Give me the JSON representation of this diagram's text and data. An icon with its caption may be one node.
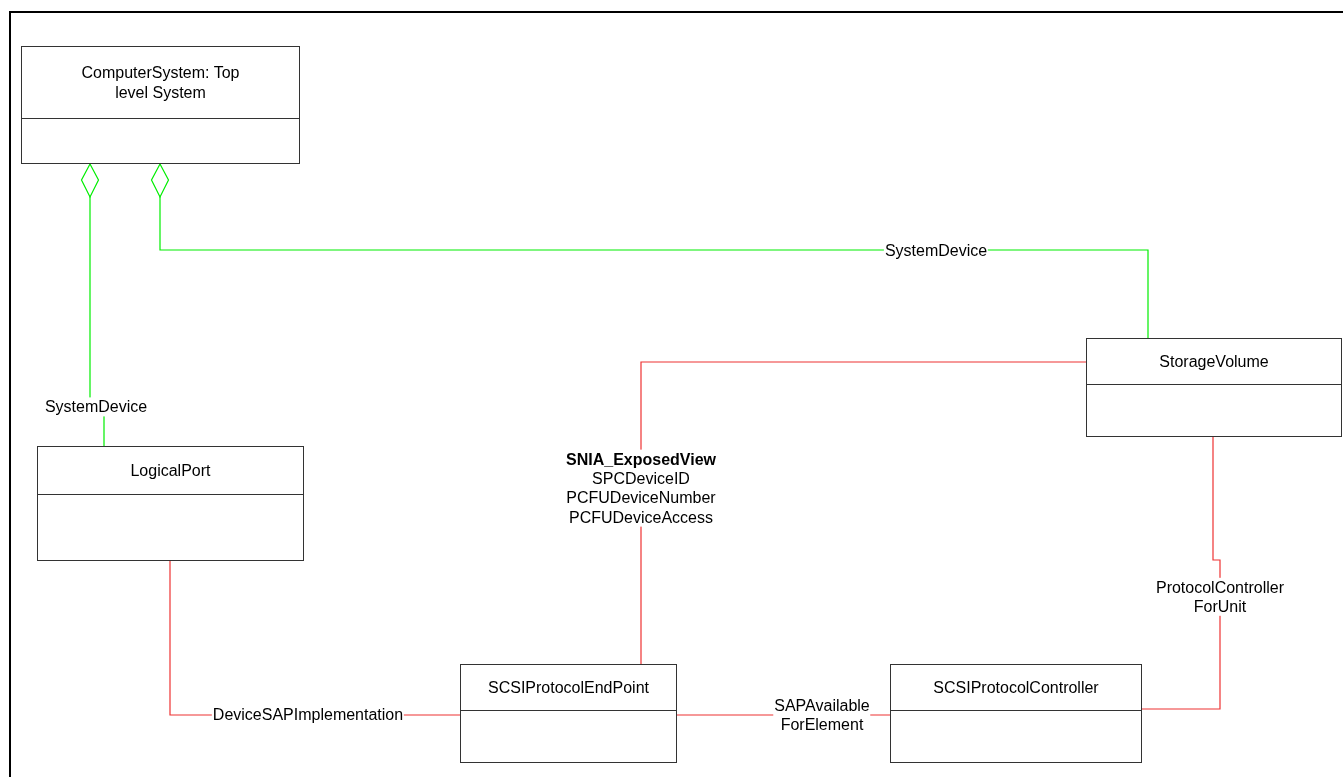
{
  "diagram": {
    "nodes": [
      {
        "text": [
          "ComputerSystem: Top level System"
        ]
      },
      {
        "text": [
          "LogicalPort"
        ]
      },
      {
        "text": [
          "StorageVolume"
        ]
      },
      {
        "text": [
          "SCSIProtocolEndPoint"
        ]
      },
      {
        "text": [
          "SCSIProtocolController"
        ]
      }
    ],
    "edges": [
      {
        "from": 0,
        "to": 1,
        "arrow": "other",
        "label": "SystemDevice",
        "color": "#00ee00"
      },
      {
        "from": 0,
        "to": 2,
        "arrow": "other",
        "label": "SystemDevice",
        "color": "#00ee00"
      },
      {
        "from": 2,
        "to": 3,
        "arrow": "none",
        "label": "**SNIA_ExposedView** SPCDeviceID PCFUDeviceNumber PCFUDeviceAccess"
      },
      {
        "from": 2,
        "to": 4,
        "arrow": "none",
        "label": "ProtocolController ForUnit"
      },
      {
        "from": 1,
        "to": 3,
        "arrow": "none",
        "label": "DeviceSAPImplementation"
      },
      {
        "from": 3,
        "to": 4,
        "arrow": "none",
        "label": "SAPAvailable ForElement"
      }
    ]
  }
}
